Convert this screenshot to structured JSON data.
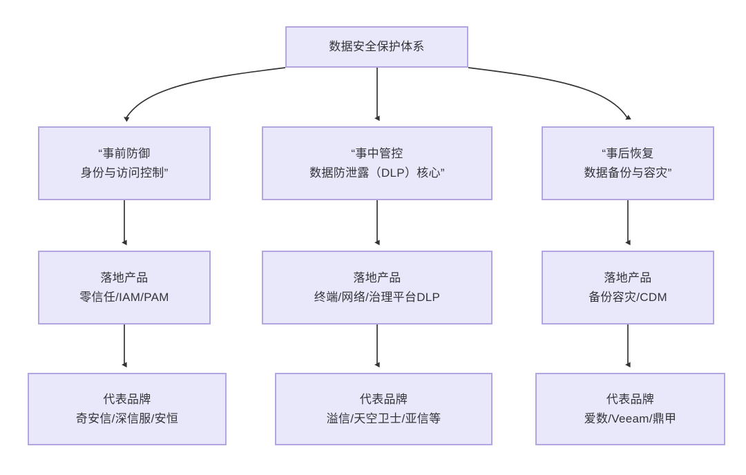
{
  "diagram": {
    "type": "flowchart",
    "title": "数据安全保护体系",
    "orientation": "top-down",
    "colors": {
      "node_fill": "#e9e8fb",
      "node_border": "#b3a5e4",
      "text": "#333338",
      "edge": "#333333",
      "background": "#ffffff"
    },
    "root": {
      "label": "数据安全保护体系"
    },
    "columns": [
      {
        "phase": {
          "line1": "“事前防御",
          "line2": "身份与访问控制”"
        },
        "product": {
          "line1": "落地产品",
          "line2": "零信任/IAM/PAM"
        },
        "brand": {
          "line1": "代表品牌",
          "line2": "奇安信/深信服/安恒"
        }
      },
      {
        "phase": {
          "line1": "“事中管控",
          "line2": "数据防泄露（DLP）核心”"
        },
        "product": {
          "line1": "落地产品",
          "line2": "终端/网络/治理平台DLP"
        },
        "brand": {
          "line1": "代表品牌",
          "line2": "溢信/天空卫士/亚信等"
        }
      },
      {
        "phase": {
          "line1": "“事后恢复",
          "line2": "数据备份与容灾”"
        },
        "product": {
          "line1": "落地产品",
          "line2": "备份容灾/CDM"
        },
        "brand": {
          "line1": "代表品牌",
          "line2": "爱数/Veeam/鼎甲"
        }
      }
    ],
    "edges": [
      {
        "name": "root-to-phase-left",
        "style": "curved",
        "arrow": "filled-triangle"
      },
      {
        "name": "root-to-phase-middle",
        "style": "straight",
        "arrow": "filled-triangle"
      },
      {
        "name": "root-to-phase-right",
        "style": "curved",
        "arrow": "filled-triangle"
      },
      {
        "name": "phase-to-product-left",
        "style": "straight",
        "arrow": "filled-triangle"
      },
      {
        "name": "phase-to-product-middle",
        "style": "straight",
        "arrow": "filled-triangle"
      },
      {
        "name": "phase-to-product-right",
        "style": "straight",
        "arrow": "filled-triangle"
      },
      {
        "name": "product-to-brand-left",
        "style": "straight",
        "arrow": "filled-triangle"
      },
      {
        "name": "product-to-brand-middle",
        "style": "straight",
        "arrow": "filled-triangle"
      },
      {
        "name": "product-to-brand-right",
        "style": "straight",
        "arrow": "filled-triangle"
      }
    ]
  }
}
